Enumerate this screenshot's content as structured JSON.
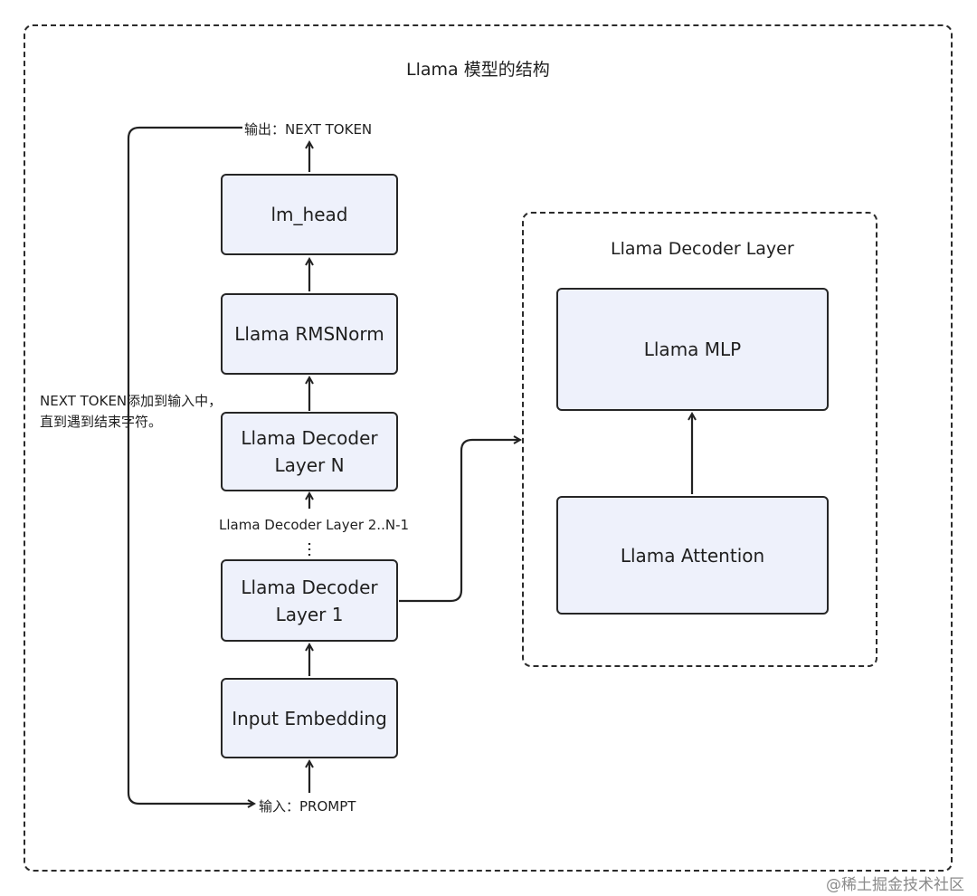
{
  "title": "Llama 模型的结构",
  "output_label": "输出：NEXT TOKEN",
  "input_label": "输入：PROMPT",
  "loop_note": "NEXT TOKEN添加到输入中，\n直到遇到结束字符。",
  "stack": {
    "lm_head": "lm_head",
    "rmsnorm": "Llama RMSNorm",
    "decoder_n": "Llama Decoder\nLayer N",
    "between_label": "Llama Decoder Layer 2..N-1",
    "decoder_1": "Llama Decoder\nLayer 1",
    "embedding": "Input Embedding"
  },
  "decoder_layer": {
    "title": "Llama Decoder Layer",
    "mlp": "Llama MLP",
    "attention": "Llama Attention"
  },
  "watermark": "@稀土掘金技术社区"
}
